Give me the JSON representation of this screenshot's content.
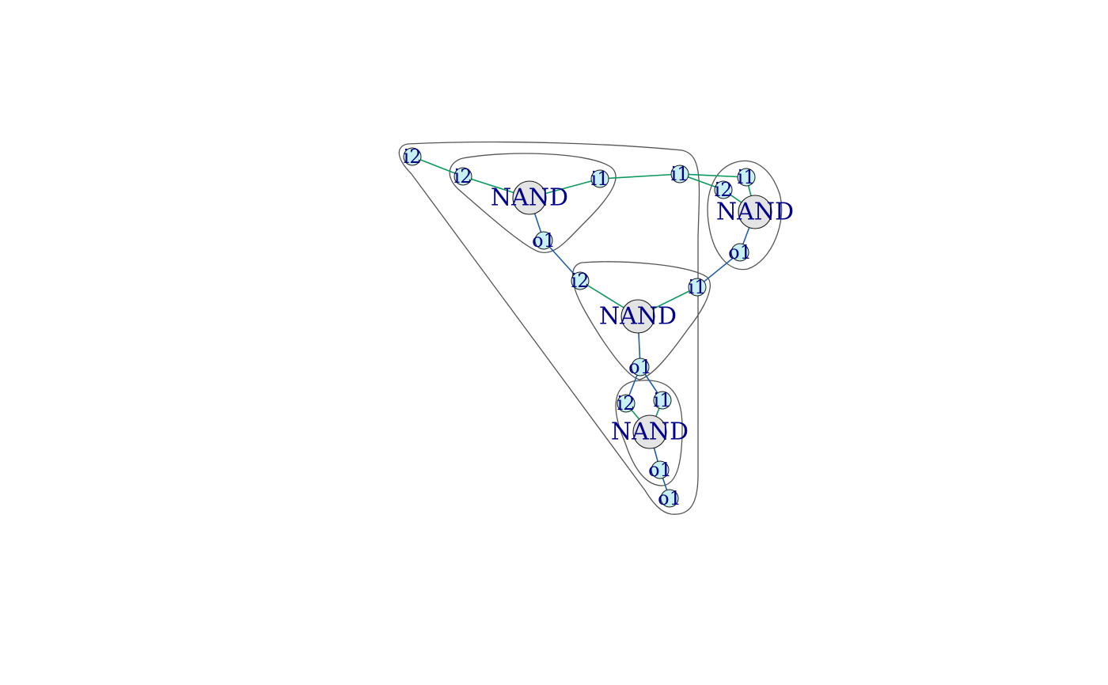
{
  "colors": {
    "input_edge": "#0a9a5e",
    "output_edge": "#1f5fa8",
    "port_fill": "#c6f0f2",
    "gate_fill": "#e4e4e4",
    "label": "#00008b",
    "hull": "#555555"
  },
  "gates": [
    {
      "id": "g1",
      "label": "NAND"
    },
    {
      "id": "g2",
      "label": "NAND"
    },
    {
      "id": "g3",
      "label": "NAND"
    },
    {
      "id": "g4",
      "label": "NAND"
    }
  ],
  "ports": [
    {
      "id": "p_i2_outer",
      "label": "i2"
    },
    {
      "id": "p_i2_g1",
      "label": "i2"
    },
    {
      "id": "p_i1_g1",
      "label": "i1"
    },
    {
      "id": "p_o1_g1",
      "label": "o1"
    },
    {
      "id": "p_i1_outer",
      "label": "i1"
    },
    {
      "id": "p_i1_g2",
      "label": "i1"
    },
    {
      "id": "p_i2_g2",
      "label": "i2"
    },
    {
      "id": "p_o1_g2",
      "label": "o1"
    },
    {
      "id": "p_i2_g3",
      "label": "i2"
    },
    {
      "id": "p_i1_g3",
      "label": "i1"
    },
    {
      "id": "p_o1_g3",
      "label": "o1"
    },
    {
      "id": "p_i2_g4",
      "label": "i2"
    },
    {
      "id": "p_i1_g4",
      "label": "i1"
    },
    {
      "id": "p_o1_g4",
      "label": "o1"
    },
    {
      "id": "p_o1_outer",
      "label": "o1"
    }
  ],
  "edges": [
    {
      "from": "p_i2_outer",
      "to": "p_i2_g1",
      "kind": "input"
    },
    {
      "from": "p_i2_g1",
      "to": "g1",
      "kind": "input"
    },
    {
      "from": "p_i1_g1",
      "to": "g1",
      "kind": "input"
    },
    {
      "from": "g1",
      "to": "p_o1_g1",
      "kind": "output"
    },
    {
      "from": "p_i1_g1",
      "to": "p_i1_outer",
      "kind": "input"
    },
    {
      "from": "p_i1_outer",
      "to": "p_i1_g2",
      "kind": "input"
    },
    {
      "from": "p_i1_outer",
      "to": "p_i2_g2",
      "kind": "input"
    },
    {
      "from": "p_i1_g2",
      "to": "g2",
      "kind": "input"
    },
    {
      "from": "p_i2_g2",
      "to": "g2",
      "kind": "input"
    },
    {
      "from": "g2",
      "to": "p_o1_g2",
      "kind": "output"
    },
    {
      "from": "p_o1_g1",
      "to": "p_i2_g3",
      "kind": "output"
    },
    {
      "from": "p_o1_g2",
      "to": "p_i1_g3",
      "kind": "output"
    },
    {
      "from": "p_i2_g3",
      "to": "g3",
      "kind": "input"
    },
    {
      "from": "p_i1_g3",
      "to": "g3",
      "kind": "input"
    },
    {
      "from": "g3",
      "to": "p_o1_g3",
      "kind": "output"
    },
    {
      "from": "p_o1_g3",
      "to": "p_i2_g4",
      "kind": "output"
    },
    {
      "from": "p_o1_g3",
      "to": "p_i1_g4",
      "kind": "output"
    },
    {
      "from": "p_i2_g4",
      "to": "g4",
      "kind": "input"
    },
    {
      "from": "p_i1_g4",
      "to": "g4",
      "kind": "input"
    },
    {
      "from": "g4",
      "to": "p_o1_g4",
      "kind": "output"
    },
    {
      "from": "p_o1_g4",
      "to": "p_o1_outer",
      "kind": "output"
    }
  ],
  "groups": [
    {
      "id": "outer-circuit"
    },
    {
      "id": "gate-1-group"
    },
    {
      "id": "gate-2-group"
    },
    {
      "id": "gate-3-group"
    },
    {
      "id": "gate-4-group"
    }
  ]
}
